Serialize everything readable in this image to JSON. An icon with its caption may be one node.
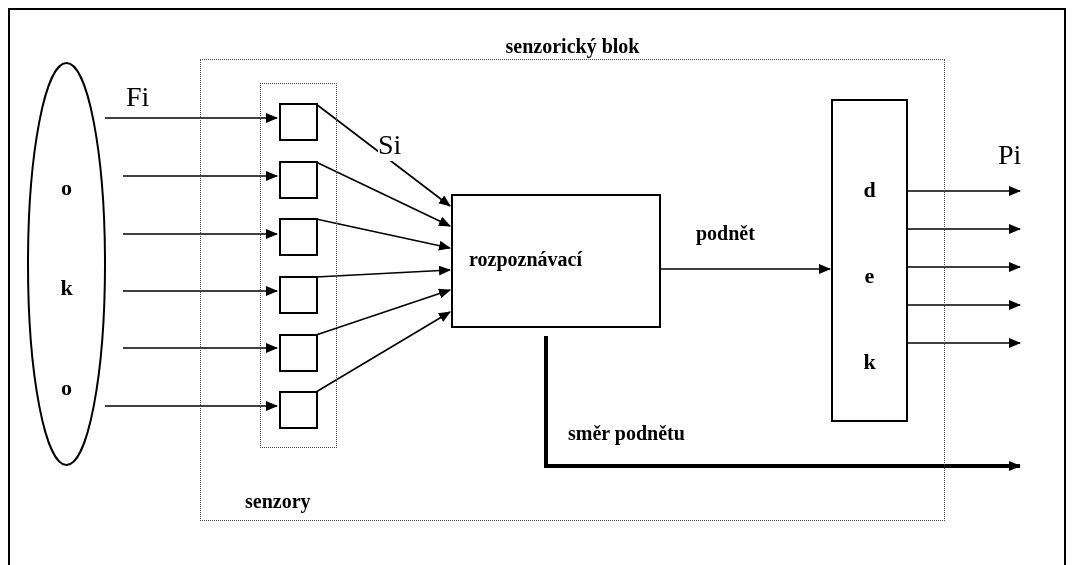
{
  "diagram": {
    "nodes": [
      {
        "text": [
          "oko"
        ]
      },
      {
        "text": [
          "senzorický blok"
        ]
      },
      {
        "text": [],
        "shape": "box",
        "in": 1,
        "beside": [
          "senzory"
        ]
      },
      {
        "text": [],
        "shape": "box",
        "in": 2
      },
      {
        "text": [],
        "shape": "box",
        "in": 2
      },
      {
        "text": [],
        "shape": "box",
        "in": 2
      },
      {
        "text": [],
        "shape": "box",
        "in": 2
      },
      {
        "text": [],
        "shape": "box",
        "in": 2
      },
      {
        "text": [],
        "shape": "box",
        "in": 2
      },
      {
        "text": [
          "rozpoznávací"
        ],
        "in": 1
      },
      {
        "text": [
          "dek"
        ],
        "in": 1
      }
    ],
    "edges": [
      {
        "from": 0,
        "to": 3,
        "arrow": "to",
        "label": "Fi"
      },
      {
        "from": null,
        "to": 4,
        "arrow": "to"
      },
      {
        "from": null,
        "to": 5,
        "arrow": "to"
      },
      {
        "from": null,
        "to": 6,
        "arrow": "to"
      },
      {
        "from": null,
        "to": 7,
        "arrow": "to"
      },
      {
        "from": 0,
        "to": 8,
        "arrow": "to"
      },
      {
        "from": 3,
        "to": 9,
        "arrow": "to",
        "label": "Si"
      },
      {
        "from": 4,
        "to": 9,
        "arrow": "to"
      },
      {
        "from": 5,
        "to": 9,
        "arrow": "to"
      },
      {
        "from": 6,
        "to": 9,
        "arrow": "to"
      },
      {
        "from": 7,
        "to": 9,
        "arrow": "to"
      },
      {
        "from": 8,
        "to": 9,
        "arrow": "to"
      },
      {
        "from": 9,
        "to": 10,
        "arrow": "to",
        "label": "podnět"
      },
      {
        "from": 10,
        "to": null,
        "arrow": "to",
        "label": "Pi"
      },
      {
        "from": 10,
        "to": null,
        "arrow": "to"
      },
      {
        "from": 10,
        "to": null,
        "arrow": "to"
      },
      {
        "from": 10,
        "to": null,
        "arrow": "to"
      },
      {
        "from": 10,
        "to": null,
        "arrow": "to"
      },
      {
        "from": 9,
        "to": null,
        "arrow": "to",
        "label": "směr podnětu",
        "style": "thick"
      }
    ]
  }
}
